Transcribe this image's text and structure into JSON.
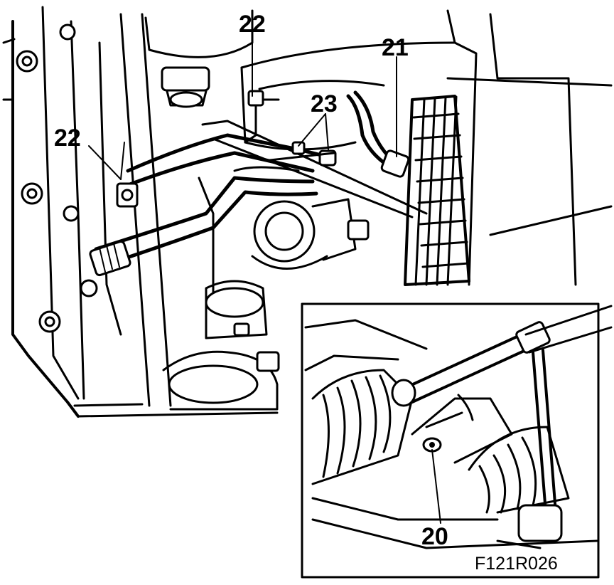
{
  "callouts": {
    "c22_top": "22",
    "c21": "21",
    "c23": "23",
    "c22_left": "22",
    "c20": "20"
  },
  "figure_code": "F121R026",
  "colors": {
    "ink": "#000000",
    "paper": "#ffffff"
  }
}
